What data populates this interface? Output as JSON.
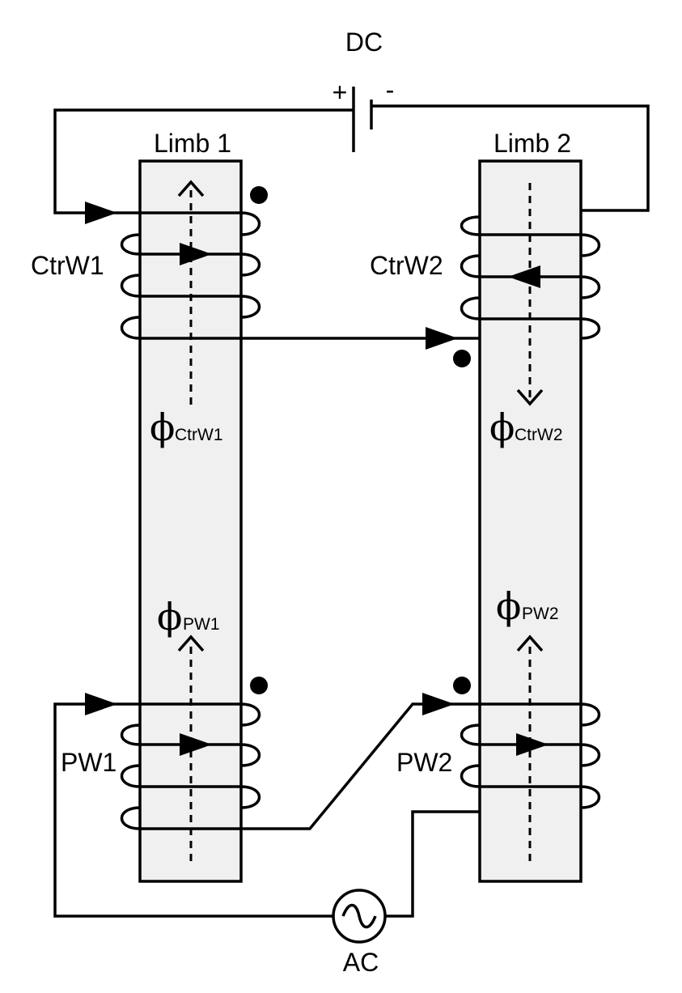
{
  "labels": {
    "dc": "DC",
    "plus": "+",
    "minus": "-",
    "ac": "AC",
    "limb1": "Limb 1",
    "limb2": "Limb 2",
    "ctrw1": "CtrW1",
    "ctrw2": "CtrW2",
    "pw1": "PW1",
    "pw2": "PW2"
  },
  "flux": {
    "symbol": "ϕ",
    "ctrw1_sub": "CtrW1",
    "ctrw2_sub": "CtrW2",
    "pw1_sub": "PW1",
    "pw2_sub": "PW2"
  }
}
